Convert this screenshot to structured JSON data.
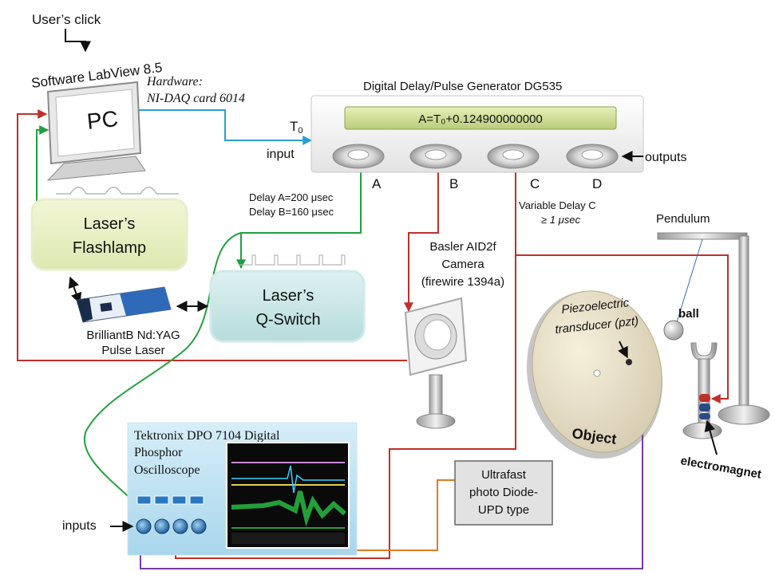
{
  "annotations": {
    "users_click": "User’s click",
    "software": "Software LabView 8.5",
    "hardware_line1": "Hardware:",
    "hardware_line2": "NI-DAQ card 6014",
    "t0_main": "T",
    "t0_sub": "0",
    "input": "input",
    "outputs": "outputs",
    "delays_line1": "Delay A=200 μsec",
    "delays_line2": "Delay B=160 μsec",
    "variable_line1": "Variable Delay C",
    "variable_line2": "≥ 1 μsec",
    "inputs": "inputs"
  },
  "pc": {
    "screen_label": "PC"
  },
  "delay_generator": {
    "title": "Digital Delay/Pulse Generator DG535",
    "display": "A=T₀+0.124900000000",
    "channels": [
      "A",
      "B",
      "C",
      "D"
    ]
  },
  "flashlamp": {
    "line1": "Laser’s",
    "line2": "Flashlamp"
  },
  "qswitch": {
    "line1": "Laser’s",
    "line2": "Q-Switch"
  },
  "laser": {
    "line1": "BrilliantB Nd:YAG",
    "line2": "Pulse Laser"
  },
  "camera": {
    "line1": "Basler AID2f",
    "line2": "Camera",
    "line3": "(firewire 1394a)"
  },
  "pendulum": {
    "label": "Pendulum",
    "ball": "ball",
    "electromagnet": "electromagnet"
  },
  "object": {
    "pzt_line1": "Piezoelectric",
    "pzt_line2": "transducer (pzt)",
    "label": "Object"
  },
  "oscilloscope": {
    "line1": "Tektronix DPO 7104 Digital",
    "line2": "Phosphor",
    "line3": "Oscilloscope"
  },
  "photodiode": {
    "line1": "Ultrafast",
    "line2": "photo Diode-",
    "line3": "UPD type"
  },
  "colors": {
    "trigger_red": "#c0302a",
    "green": "#22a040",
    "blue": "#2a9fd0",
    "orange": "#e07b22",
    "purple": "#7a3aa8",
    "panel_teal": "#cfe9ea",
    "panel_yellow": "#eef4c8"
  }
}
